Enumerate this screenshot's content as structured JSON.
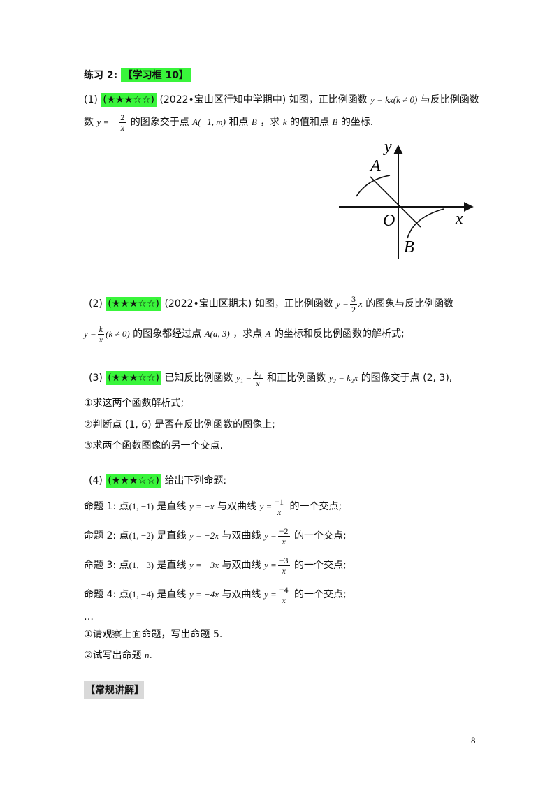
{
  "exercise": {
    "label": "练习 2:",
    "tag": "【学习框 10】"
  },
  "q1": {
    "num": "(1)",
    "stars": "(★★★☆☆)",
    "source": "(2022•宝山区行知中学期中) 如图，正比例函数",
    "func1": "y = kx(k ≠ 0)",
    "text1": "与反比例函数",
    "text2a": "数",
    "func2_left": "y = −",
    "func2_num": "2",
    "func2_den": "x",
    "text2b": "的图象交于点",
    "pointA": "A(−1, m)",
    "text2c": "和点",
    "pointB": "B",
    "text2d": "，求",
    "k": "k",
    "text2e": "的值和点",
    "B2": "B",
    "text2f": "的坐标."
  },
  "graph": {
    "y_label": "y",
    "x_label": "x",
    "origin": "O",
    "a_label": "A",
    "b_label": "B"
  },
  "q2": {
    "num": "(2)",
    "stars": "(★★★☆☆)",
    "source": "(2022•宝山区期末) 如图，正比例函数",
    "func1_left": "y =",
    "func1_num": "3",
    "func1_den": "2",
    "func1_right": "x",
    "text1": "的图象与反比例函数",
    "func2_left": "y =",
    "func2_num": "k",
    "func2_den": "x",
    "func2_right": "(k ≠ 0)",
    "text2a": "的图象都经过点",
    "pointA": "A(a, 3)",
    "text2b": "，求点",
    "A2": "A",
    "text2c": "的坐标和反比例函数的解析式;"
  },
  "q3": {
    "num": "(3)",
    "stars": "(★★★☆☆)",
    "text1": "已知反比例函数",
    "y1_left": "y₁ =",
    "y1_num": "k₁",
    "y1_den": "x",
    "text2": "和正比例函数",
    "y2": "y₂ = k₂x",
    "text3": "的图像交于点 (2, 3),",
    "sub1": "①求这两个函数解析式;",
    "sub2": "②判断点 (1, 6) 是否在反比例函数的图像上;",
    "sub3": "③求两个函数图像的另一个交点."
  },
  "q4": {
    "num": "(4)",
    "stars": "(★★★☆☆)",
    "text1": "给出下列命题:",
    "props": [
      {
        "label": "命题 1: 点",
        "pt": "(1, −1)",
        "t1": "是直线",
        "line": "y = −x",
        "t2": "与双曲线",
        "hy": "y =",
        "num": "−1",
        "den": "x",
        "t3": "的一个交点;"
      },
      {
        "label": "命题 2: 点",
        "pt": "(1, −2)",
        "t1": "是直线",
        "line": "y = −2x",
        "t2": "与双曲线",
        "hy": "y =",
        "num": "−2",
        "den": "x",
        "t3": "的一个交点;"
      },
      {
        "label": "命题 3: 点",
        "pt": "(1, −3)",
        "t1": "是直线",
        "line": "y = −3x",
        "t2": "与双曲线",
        "hy": "y =",
        "num": "−3",
        "den": "x",
        "t3": "的一个交点;"
      },
      {
        "label": "命题 4: 点",
        "pt": "(1, −4)",
        "t1": "是直线",
        "line": "y = −4x",
        "t2": "与双曲线",
        "hy": "y =",
        "num": "−4",
        "den": "x",
        "t3": "的一个交点;"
      }
    ],
    "ellipsis": "…",
    "sub1": "①请观察上面命题，写出命题 5.",
    "sub2_a": "②试写出命题",
    "sub2_n": "n",
    "sub2_b": "."
  },
  "footer": {
    "section": "【常规讲解】",
    "page": "8"
  }
}
